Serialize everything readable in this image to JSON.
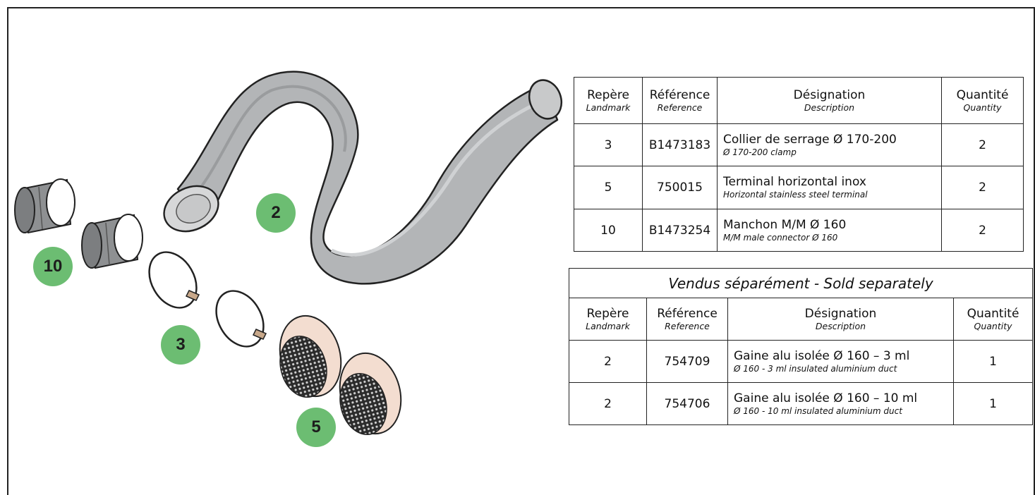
{
  "badges": [
    "2",
    "10",
    "3",
    "5"
  ],
  "table_headers": {
    "landmark": {
      "fr": "Repère",
      "en": "Landmark"
    },
    "reference": {
      "fr": "Référence",
      "en": "Reference"
    },
    "designation": {
      "fr": "Désignation",
      "en": "Description"
    },
    "quantity": {
      "fr": "Quantité",
      "en": "Quantity"
    }
  },
  "included_parts": [
    {
      "landmark": "3",
      "reference": "B1473183",
      "desc_fr": "Collier de serrage Ø 170-200",
      "desc_en": "Ø 170-200 clamp",
      "quantity": "2"
    },
    {
      "landmark": "5",
      "reference": "750015",
      "desc_fr": "Terminal horizontal inox",
      "desc_en": "Horizontal stainless steel terminal",
      "quantity": "2"
    },
    {
      "landmark": "10",
      "reference": "B1473254",
      "desc_fr": "Manchon M/M Ø 160",
      "desc_en": "M/M male connector Ø 160",
      "quantity": "2"
    }
  ],
  "separate_caption": "Vendus séparément - Sold separately",
  "separate_parts": [
    {
      "landmark": "2",
      "reference": "754709",
      "desc_fr": "Gaine alu isolée Ø 160 – 3 ml",
      "desc_en": "Ø 160 - 3 ml insulated aluminium duct",
      "quantity": "1"
    },
    {
      "landmark": "2",
      "reference": "754706",
      "desc_fr": "Gaine alu isolée Ø 160 – 10 ml",
      "desc_en": "Ø 160 - 10 ml insulated aluminium duct",
      "quantity": "1"
    }
  ],
  "colors": {
    "badge": "#6cbd72",
    "duct": "#b3b5b7",
    "terminal": "#f3ddd0"
  }
}
